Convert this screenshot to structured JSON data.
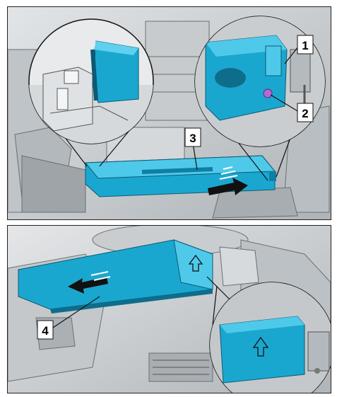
{
  "callouts": {
    "c1": "1",
    "c2": "2",
    "c3": "3",
    "c4": "4"
  },
  "colors": {
    "component_cyan": "#1aa7cf",
    "component_cyan_light": "#4fc9ea",
    "housing_grey": "#c8ccd0",
    "screw_purple": "#b36ad6",
    "background_grey": "#cfd3d6"
  },
  "icons": [
    "removal-arrow-icon",
    "up-arrow-icon"
  ]
}
